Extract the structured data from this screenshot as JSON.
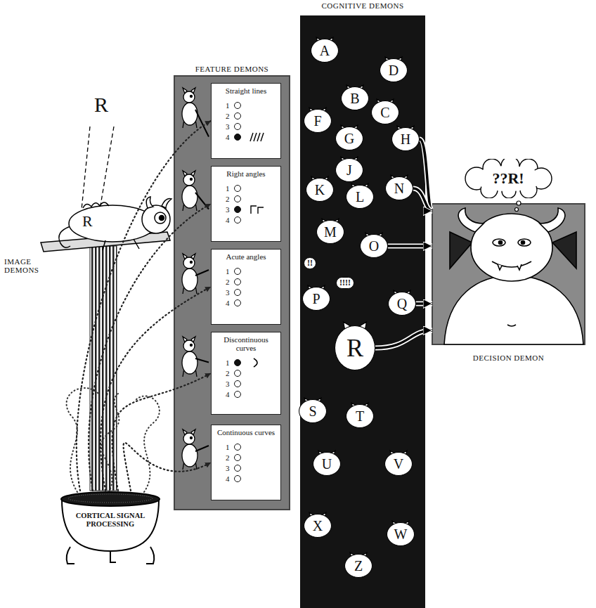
{
  "diagram": {
    "nodes": [
      {
        "text": [
          "FEATURE DEMONS"
        ]
      },
      {
        "text": [
          "Straight lines",
          "1",
          "2",
          "3",
          "4"
        ],
        "in": 0
      },
      {
        "text": [
          "Right angles",
          "1",
          "2",
          "3",
          "4"
        ],
        "in": 0
      },
      {
        "text": [
          "Acute angles",
          "1",
          "2",
          "3",
          "4"
        ],
        "in": 0
      },
      {
        "text": [
          "Discontinuous curves",
          "1",
          "2",
          "3",
          "4"
        ],
        "in": 0
      },
      {
        "text": [
          "Continuous curves",
          "1",
          "2",
          "3",
          "4"
        ],
        "in": 0
      },
      {
        "text": [
          "COGNITIVE DEMONS"
        ]
      },
      {
        "text": [
          "A"
        ],
        "in": 6
      },
      {
        "text": [
          "D"
        ],
        "in": 6
      },
      {
        "text": [
          "B"
        ],
        "in": 6
      },
      {
        "text": [
          "C"
        ],
        "in": 6
      },
      {
        "text": [
          "F"
        ],
        "in": 6
      },
      {
        "text": [
          "H"
        ],
        "in": 6
      },
      {
        "text": [
          "G"
        ],
        "in": 6
      },
      {
        "text": [
          "J"
        ],
        "in": 6
      },
      {
        "text": [
          "K"
        ],
        "in": 6
      },
      {
        "text": [
          "L"
        ],
        "in": 6
      },
      {
        "text": [
          "N"
        ],
        "in": 6
      },
      {
        "text": [
          "M"
        ],
        "in": 6
      },
      {
        "text": [
          "O"
        ],
        "in": 6
      },
      {
        "text": [
          "P"
        ],
        "in": 6
      },
      {
        "text": [
          "Q"
        ],
        "in": 6
      },
      {
        "text": [
          "R"
        ],
        "in": 6
      },
      {
        "text": [
          "S"
        ],
        "in": 6
      },
      {
        "text": [
          "T"
        ],
        "in": 6
      },
      {
        "text": [
          "U"
        ],
        "in": 6
      },
      {
        "text": [
          "V"
        ],
        "in": 6
      },
      {
        "text": [
          "X"
        ],
        "in": 6
      },
      {
        "text": [
          "W"
        ],
        "in": 6
      },
      {
        "text": [
          "Z"
        ],
        "in": 6
      },
      {
        "text": [
          "DECISION DEMON"
        ]
      },
      {
        "text": [
          "??R!"
        ]
      },
      {
        "text": [
          "CORTICAL SIGNAL PROCESSING"
        ]
      }
    ],
    "edges": [
      {
        "from": 12,
        "to": 30,
        "arrow": "to"
      },
      {
        "from": 17,
        "to": 30,
        "arrow": "to"
      },
      {
        "from": 19,
        "to": 30,
        "arrow": "to"
      },
      {
        "from": 21,
        "to": 30,
        "arrow": "to"
      },
      {
        "from": 22,
        "to": 30,
        "arrow": "to"
      },
      {
        "from": 32,
        "to": 1,
        "arrow": "to"
      },
      {
        "from": 32,
        "to": 2,
        "arrow": "to"
      },
      {
        "from": 32,
        "to": 3,
        "arrow": "to"
      },
      {
        "from": 32,
        "to": 4,
        "arrow": "to"
      },
      {
        "from": 32,
        "to": 5,
        "arrow": "to"
      }
    ],
    "labels": [
      "R",
      "R",
      "IMAGE DEMONS",
      "!!",
      "!!!!"
    ]
  }
}
